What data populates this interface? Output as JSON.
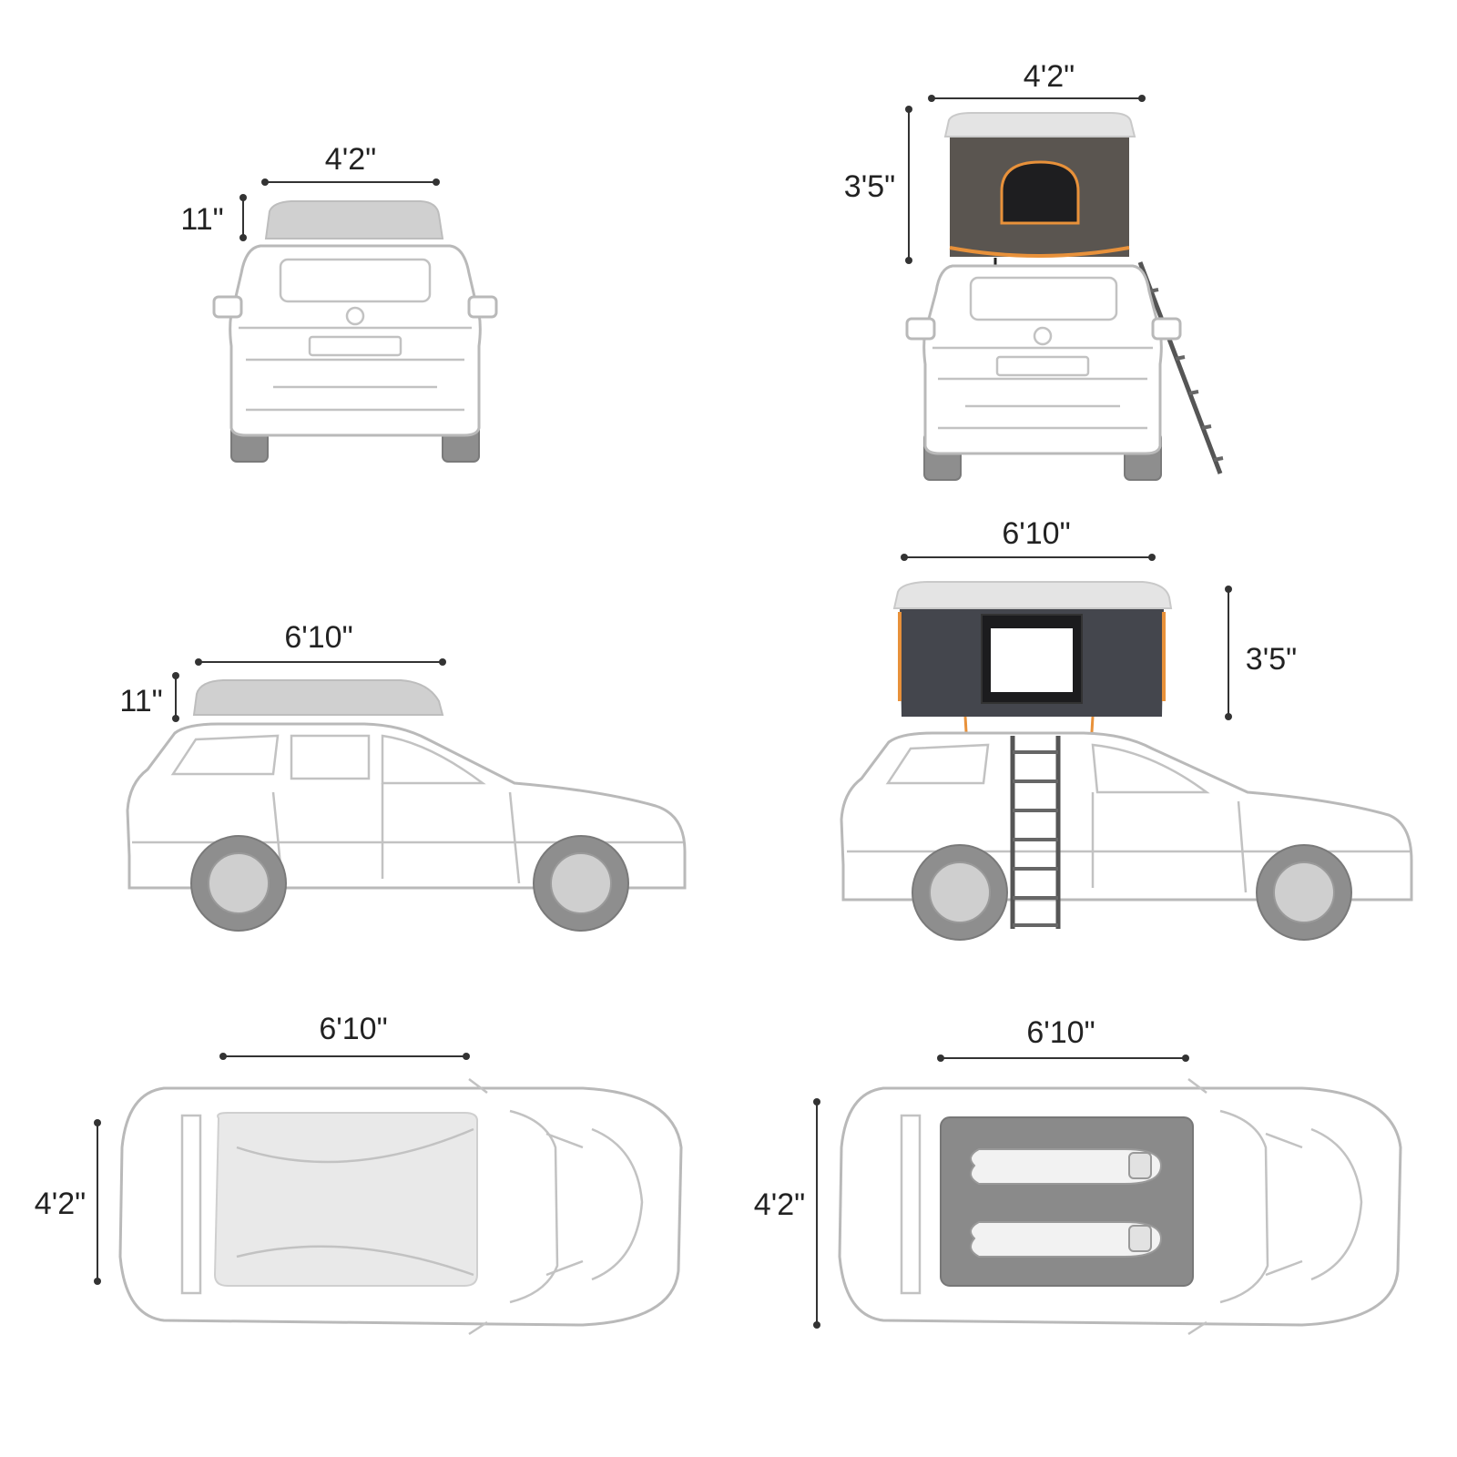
{
  "views": {
    "rear_closed": {
      "width_label": "4'2\"",
      "height_label": "11\""
    },
    "rear_open": {
      "width_label": "4'2\"",
      "height_label": "3'5\""
    },
    "side_closed": {
      "length_label": "6'10\"",
      "height_label": "11\""
    },
    "side_open": {
      "length_label": "6'10\"",
      "height_label": "3'5\""
    },
    "top_closed": {
      "length_label": "6'10\"",
      "width_label": "4'2\""
    },
    "top_open": {
      "length_label": "6'10\"",
      "width_label": "4'2\""
    }
  },
  "colors": {
    "accent": "#e8913a",
    "fabric": "#44464d",
    "shell": "#d0d0d0",
    "outline": "#b9b9b9",
    "dimension": "#333333"
  },
  "icons": [
    "car-rear-icon",
    "car-side-icon",
    "car-top-icon",
    "ladder-icon",
    "sleeping-bag-icon"
  ]
}
